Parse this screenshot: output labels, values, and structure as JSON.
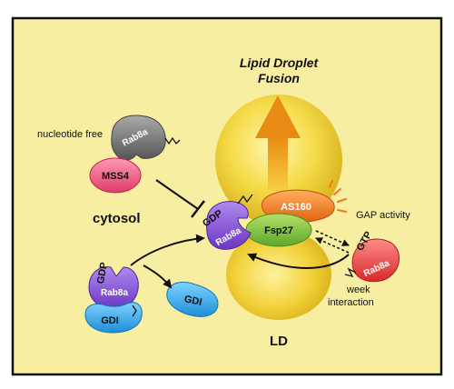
{
  "title": {
    "line1": "Lipid Droplet",
    "line2": "Fusion"
  },
  "compartments": {
    "cytosol": "cytosol",
    "ld": "LD"
  },
  "proteins": {
    "mss4": "MSS4",
    "rab8a_top": "Rab8a",
    "rab8a_gdp_center": "Rab8a",
    "rab8a_gdp_left": "Rab8a",
    "gdi_bound": "GDI",
    "gdi_free": "GDI",
    "fsp27": "Fsp27",
    "as160": "AS160",
    "rab8a_gtp": "Rab8a"
  },
  "nucleotides": {
    "gdp_center": "GDP",
    "gdp_left": "GDP",
    "gtp": "GTP"
  },
  "annotations": {
    "nucleotide_free": "nucleotide free",
    "gap_activity": "GAP activity",
    "week_interaction_1": "week",
    "week_interaction_2": "interaction"
  },
  "colors": {
    "background": "#f8eea2",
    "border": "#111111",
    "droplet": "#f2d23a",
    "arrow": "#f0a020",
    "mss4": "#e8557a",
    "rab8a_gray": "#777777",
    "rab8a_purple": "#8a55d6",
    "gdi": "#2ea8e8",
    "fsp27": "#7cc13a",
    "as160": "#f07820",
    "rab8a_red": "#ee4444"
  }
}
